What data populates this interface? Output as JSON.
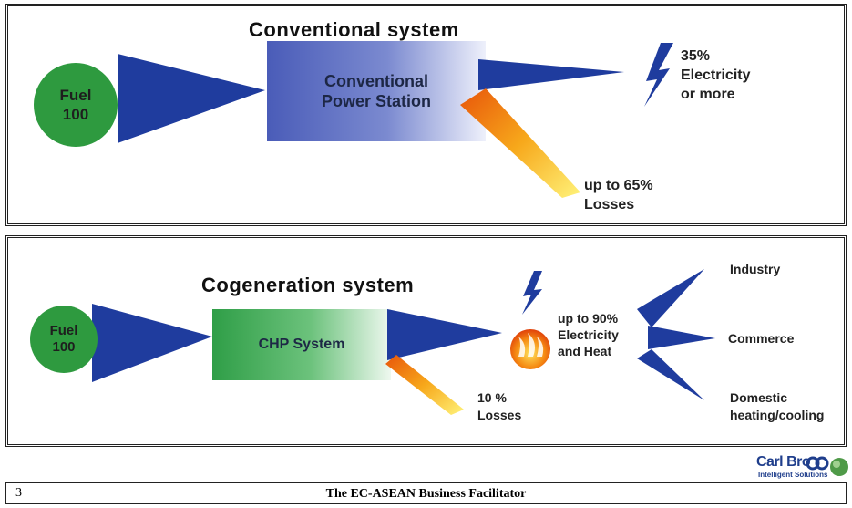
{
  "conventional": {
    "title": "Conventional system",
    "fuel": "Fuel\n100",
    "station": "Conventional\nPower Station",
    "electricity": "35%\nElectricity\nor more",
    "losses": "up to 65%\nLosses"
  },
  "cogeneration": {
    "title": "Cogeneration system",
    "fuel": "Fuel\n100",
    "chp": "CHP System",
    "output": "up to 90%\nElectricity\nand Heat",
    "losses": "10 %\nLosses",
    "industry": "Industry",
    "commerce": "Commerce",
    "domestic": "Domestic\nheating/cooling"
  },
  "footer": {
    "page_number": "3",
    "title": "The EC-ASEAN Business Facilitator"
  },
  "logo": {
    "name": "Carl Bro",
    "tagline": "Intelligent Solutions"
  },
  "colors": {
    "fuel": "#2e9a3f",
    "arrow_blue": "#1f3c9e",
    "box_blue": "#5c6fc4",
    "box_green": "#3fae55",
    "loss_orange": "#f07a10",
    "text": "#222222"
  }
}
